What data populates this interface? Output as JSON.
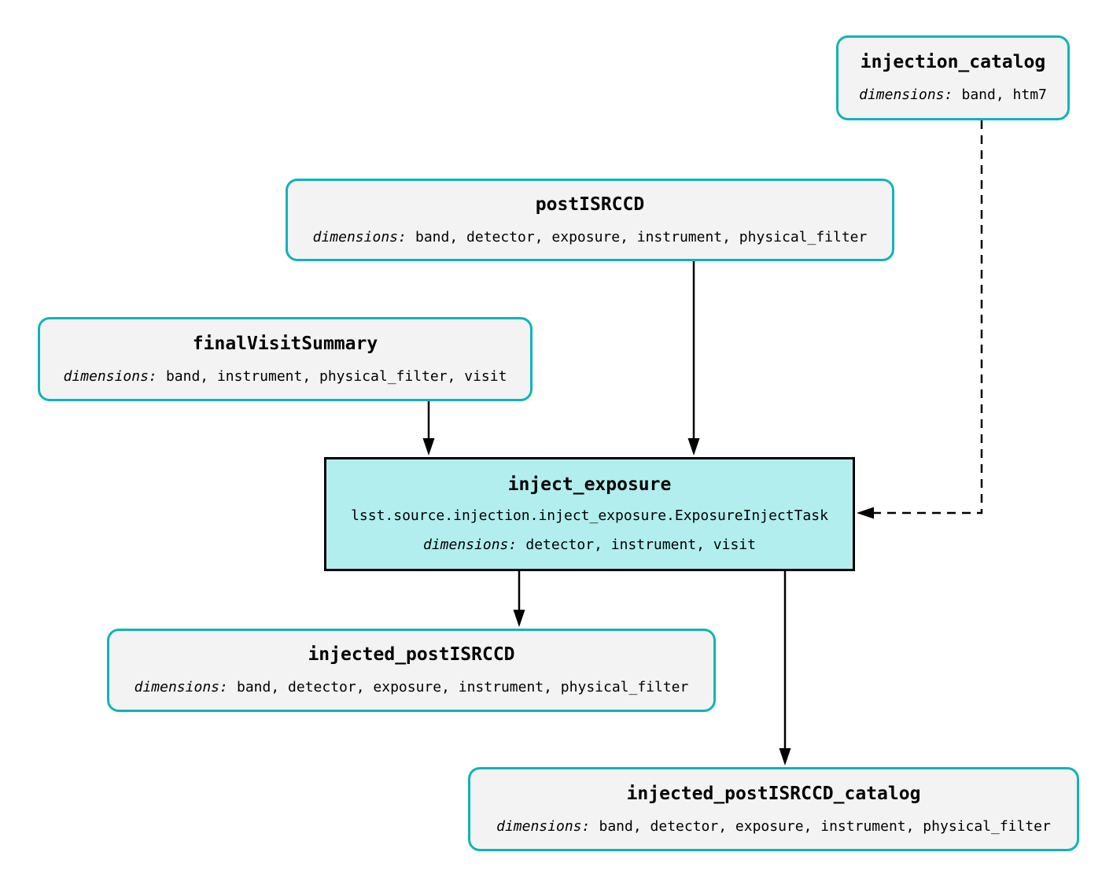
{
  "diagram": {
    "colors": {
      "dataset_border": "#0fb4ba",
      "dataset_fill": "#f3f3f3",
      "task_border": "#000000",
      "task_fill": "#b2eeee",
      "edge": "#000000"
    },
    "nodes": {
      "injection_catalog": {
        "title": "injection_catalog",
        "dimensions_label": "dimensions:",
        "dimensions": "band, htm7"
      },
      "postisrccd": {
        "title": "postISRCCD",
        "dimensions_label": "dimensions:",
        "dimensions": "band, detector, exposure, instrument, physical_filter"
      },
      "finalvisitsummary": {
        "title": "finalVisitSummary",
        "dimensions_label": "dimensions:",
        "dimensions": "band, instrument, physical_filter, visit"
      },
      "inject_exposure": {
        "title": "inject_exposure",
        "task_class": "lsst.source.injection.inject_exposure.ExposureInjectTask",
        "dimensions_label": "dimensions:",
        "dimensions": "detector, instrument, visit"
      },
      "injected_postisrccd": {
        "title": "injected_postISRCCD",
        "dimensions_label": "dimensions:",
        "dimensions": "band, detector, exposure, instrument, physical_filter"
      },
      "injected_postisrccd_catalog": {
        "title": "injected_postISRCCD_catalog",
        "dimensions_label": "dimensions:",
        "dimensions": "band, detector, exposure, instrument, physical_filter"
      }
    }
  }
}
